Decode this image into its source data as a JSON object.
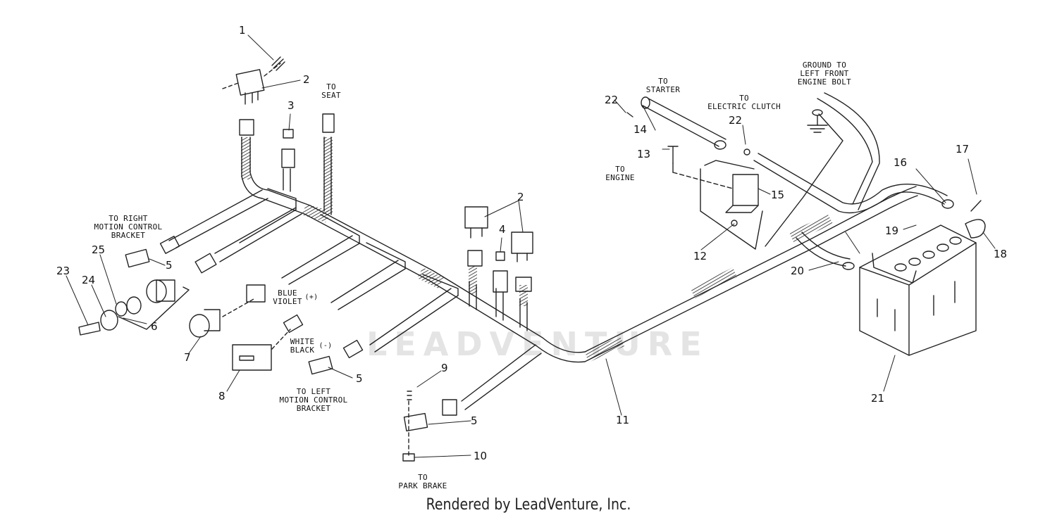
{
  "diagram": {
    "watermark": "LEADVENTURE",
    "credit": "Rendered by LeadVenture, Inc.",
    "notes": {
      "to_seat": "TO\nSEAT",
      "to_right_motion": "TO RIGHT\nMOTION CONTROL\nBRACKET",
      "blue_violet": "BLUE\nVIOLET",
      "plus": "(+)",
      "white_black": "WHITE\nBLACK",
      "minus": "(-)",
      "to_left_motion": "TO LEFT\nMOTION CONTROL\nBRACKET",
      "to_park_brake": "TO\nPARK BRAKE",
      "to_starter": "TO\nSTARTER",
      "to_electric_clutch": "TO\nELECTRIC CLUTCH",
      "to_engine": "TO\nENGINE",
      "ground": "GROUND TO\nLEFT FRONT\nENGINE BOLT"
    },
    "callouts": [
      {
        "id": "c1",
        "text": "1"
      },
      {
        "id": "c2a",
        "text": "2"
      },
      {
        "id": "c2b",
        "text": "2"
      },
      {
        "id": "c3",
        "text": "3"
      },
      {
        "id": "c4",
        "text": "4"
      },
      {
        "id": "c5a",
        "text": "5"
      },
      {
        "id": "c5b",
        "text": "5"
      },
      {
        "id": "c5c",
        "text": "5"
      },
      {
        "id": "c6",
        "text": "6"
      },
      {
        "id": "c7",
        "text": "7"
      },
      {
        "id": "c8",
        "text": "8"
      },
      {
        "id": "c9",
        "text": "9"
      },
      {
        "id": "c10",
        "text": "10"
      },
      {
        "id": "c11",
        "text": "11"
      },
      {
        "id": "c12",
        "text": "12"
      },
      {
        "id": "c13",
        "text": "13"
      },
      {
        "id": "c14",
        "text": "14"
      },
      {
        "id": "c15",
        "text": "15"
      },
      {
        "id": "c16",
        "text": "16"
      },
      {
        "id": "c17",
        "text": "17"
      },
      {
        "id": "c18",
        "text": "18"
      },
      {
        "id": "c19",
        "text": "19"
      },
      {
        "id": "c20",
        "text": "20"
      },
      {
        "id": "c21",
        "text": "21"
      },
      {
        "id": "c22a",
        "text": "22"
      },
      {
        "id": "c22b",
        "text": "22"
      },
      {
        "id": "c23",
        "text": "23"
      },
      {
        "id": "c24",
        "text": "24"
      },
      {
        "id": "c25",
        "text": "25"
      }
    ]
  }
}
